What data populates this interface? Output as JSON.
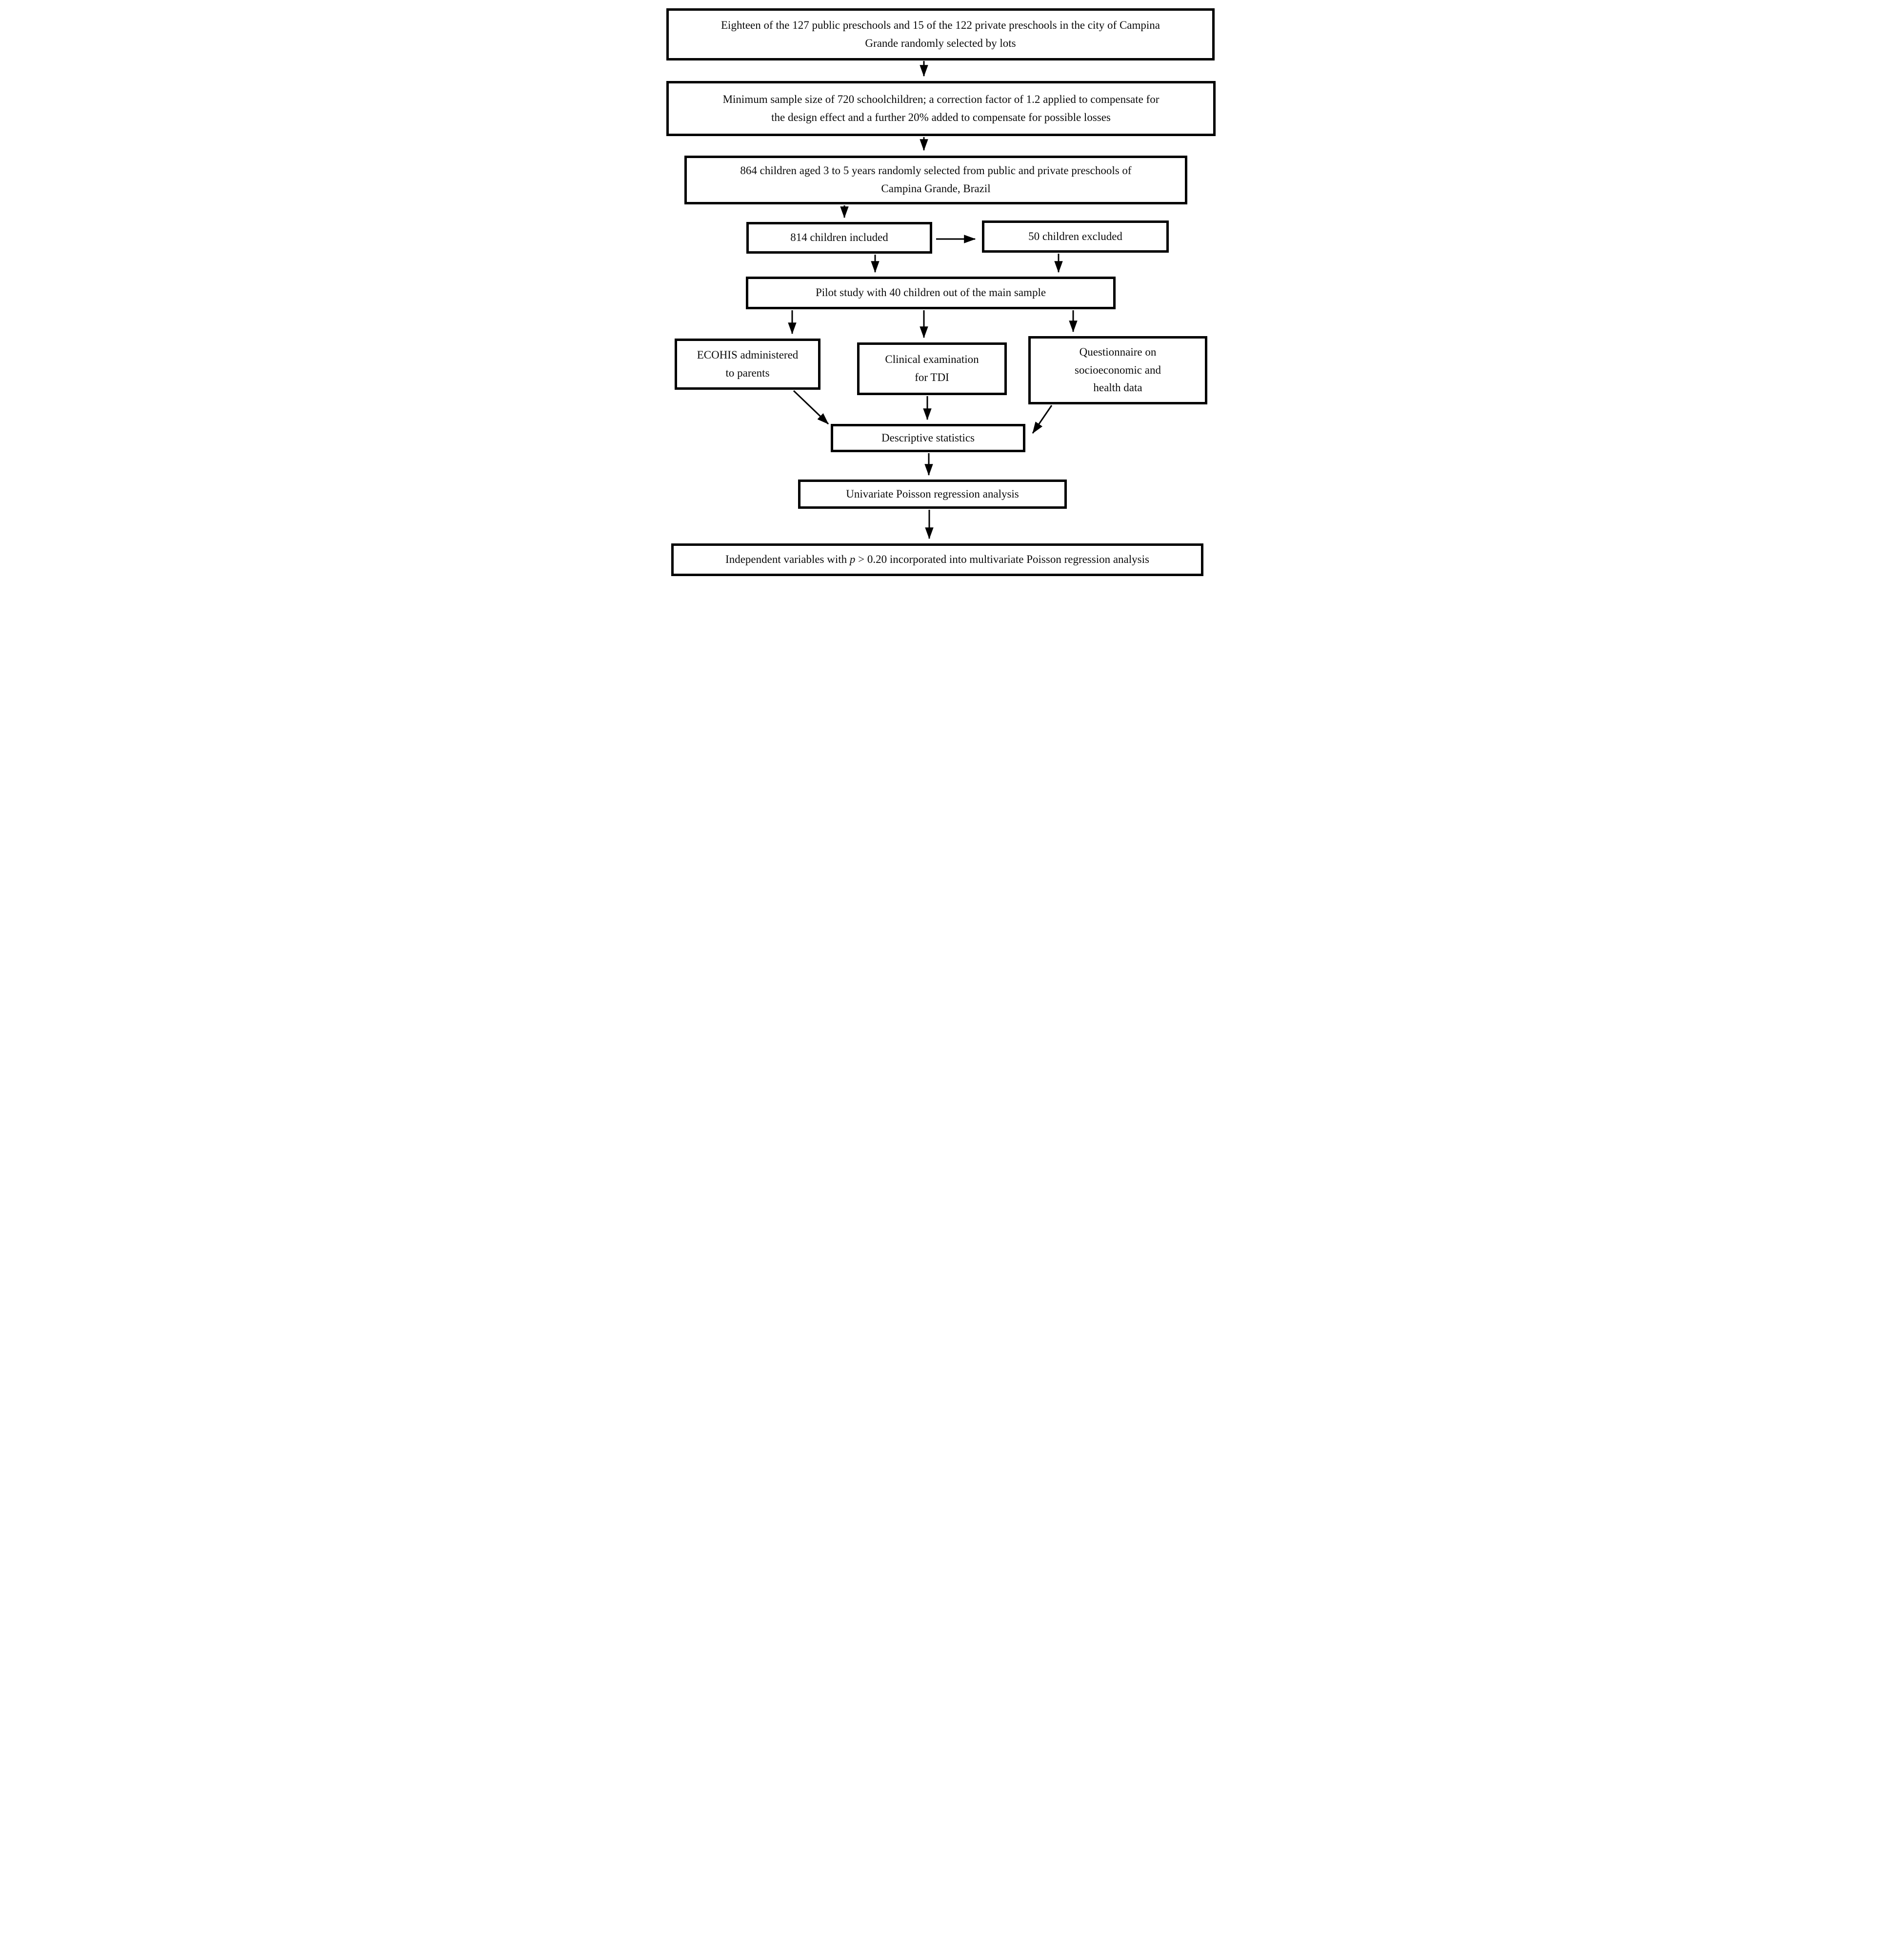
{
  "page": {
    "background": "#ffffff",
    "ink": "#000000"
  },
  "flowchart": {
    "boxes": {
      "selection": {
        "lines": [
          "Eighteen of the 127 public preschools and 15 of the 122 private preschools in the city of Campina",
          "Grande randomly selected by lots"
        ]
      },
      "sample_size": {
        "lines": [
          "Minimum sample size of 720 schoolchildren; a correction factor of 1.2 applied to compensate for",
          "the design effect and a further 20% added to compensate for possible losses"
        ]
      },
      "children_selected": {
        "lines": [
          "864 children aged 3 to 5 years randomly selected from public and private preschools of",
          "Campina Grande, Brazil"
        ]
      },
      "included": {
        "label": "814 children included"
      },
      "excluded": {
        "label": "50 children excluded"
      },
      "pilot": {
        "label": "Pilot study with 40 children out of the main sample"
      },
      "ecohis": {
        "lines": [
          "ECOHIS administered",
          "to parents"
        ]
      },
      "clinical": {
        "lines": [
          "Clinical examination",
          "for TDI"
        ]
      },
      "questionnaire": {
        "lines": [
          "Questionnaire on",
          "socioeconomic and",
          "health data"
        ]
      },
      "descriptive": {
        "label": "Descriptive statistics"
      },
      "univariate": {
        "label": "Univariate Poisson regression analysis"
      },
      "multivariate": {
        "prefix": "Independent variables with ",
        "italic_var": "p",
        "suffix": " > 0.20 incorporated into multivariate Poisson regression analysis"
      }
    }
  }
}
